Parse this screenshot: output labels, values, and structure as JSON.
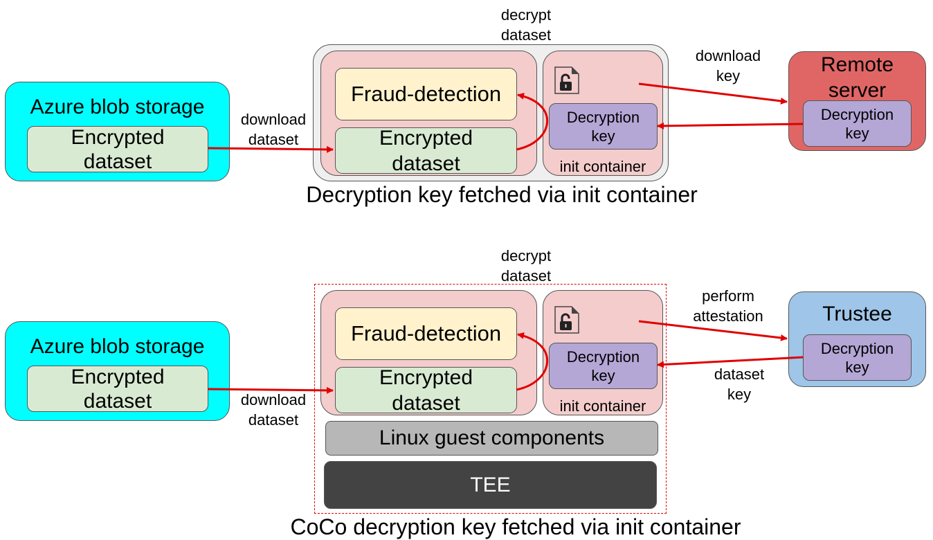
{
  "colors": {
    "azure": "#00ffff",
    "encrypted": "#d9ead3",
    "fraud": "#fff2cc",
    "pod": "#f4cccc",
    "pod_outer": "#efefef",
    "key": "#b4a7d6",
    "remote": "#e06666",
    "trustee": "#9fc5e8",
    "guest": "#b7b7b7",
    "tee": "#434343",
    "arrow": "#e00000"
  },
  "top": {
    "azure_title": "Azure blob storage",
    "azure_encrypted": "Encrypted dataset",
    "download_dataset": "download dataset",
    "decrypt_dataset": "decrypt dataset",
    "fraud_detection": "Fraud-detection",
    "pod_encrypted": "Encrypted dataset",
    "init_key": "Decryption key",
    "init_label": "init container",
    "download_key": "download key",
    "remote_title": "Remote server",
    "remote_key": "Decryption key",
    "caption": "Decryption key fetched via init container",
    "lock_icon": "unlocked-file-icon"
  },
  "bottom": {
    "azure_title": "Azure blob storage",
    "azure_encrypted": "Encrypted dataset",
    "download_dataset": "download dataset",
    "decrypt_dataset": "decrypt dataset",
    "fraud_detection": "Fraud-detection",
    "pod_encrypted": "Encrypted dataset",
    "init_key": "Decryption key",
    "init_label": "init container",
    "perform_attestation": "perform attestation",
    "dataset_key": "dataset key",
    "trustee_title": "Trustee",
    "trustee_key": "Decryption key",
    "guest_components": "Linux guest components",
    "tee": "TEE",
    "caption": "CoCo decryption key fetched via init container",
    "lock_icon": "unlocked-file-icon"
  }
}
